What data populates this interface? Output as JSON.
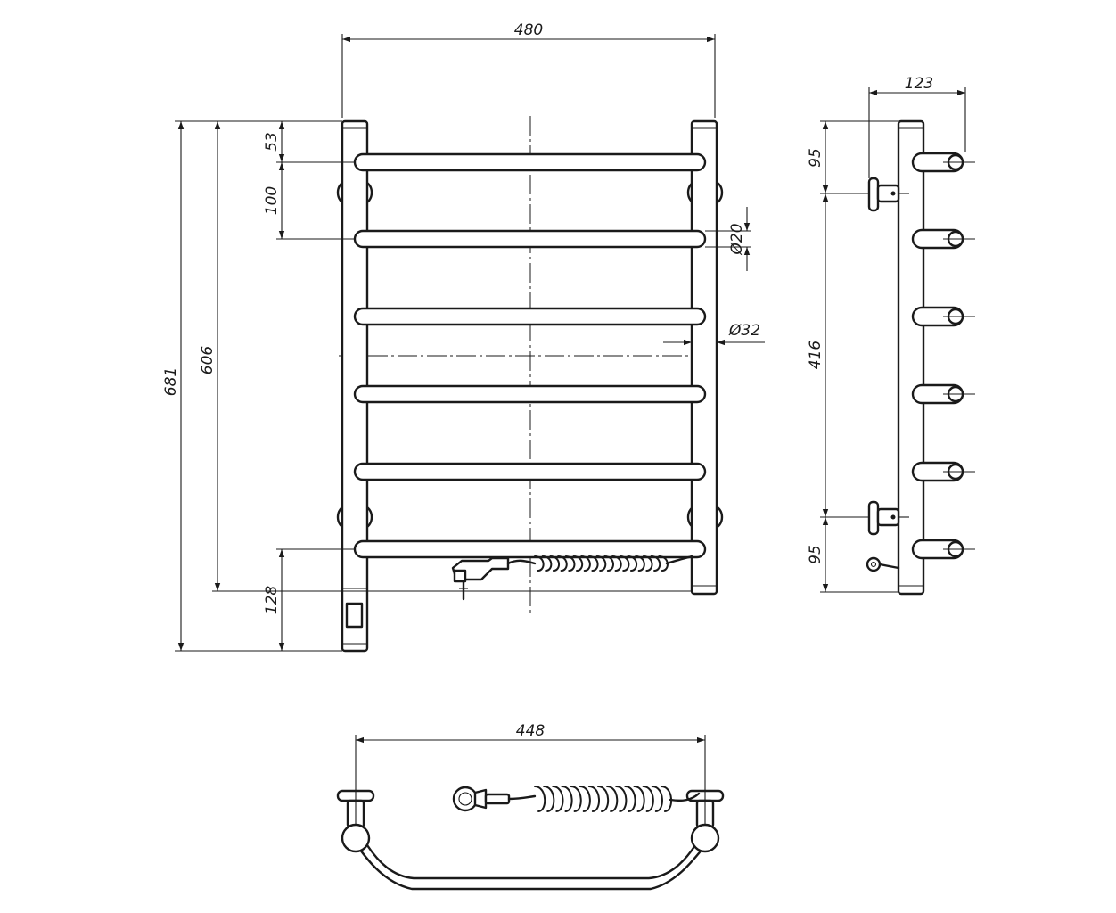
{
  "dimensions": {
    "width_overall": "480",
    "top_offset": "53",
    "rail_pitch": "100",
    "rail_diameter": "Ø20",
    "post_diameter": "Ø32",
    "height_overall": "681",
    "mount_distance": "606",
    "bottom_offset": "128",
    "depth": "123",
    "side_top": "95",
    "side_mount": "416",
    "side_bottom": "95",
    "bottom_width": "448"
  }
}
